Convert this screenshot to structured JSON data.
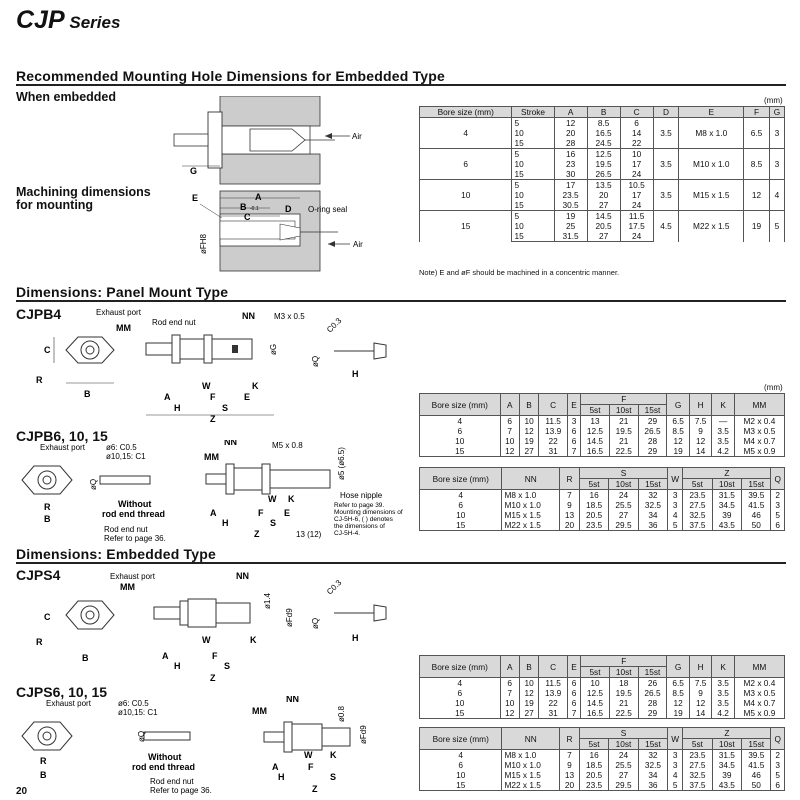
{
  "page": {
    "series_main": "CJP",
    "series_suffix": " Series",
    "page_number": "20"
  },
  "section1": {
    "heading": "Recommended Mounting Hole Dimensions for Embedded Type",
    "sub1": "When embedded",
    "sub2_line1": "Machining dimensions",
    "sub2_line2": "for mounting",
    "diagram": {
      "air1": "Air",
      "air2": "Air",
      "g": "G",
      "e": "E",
      "a": "A",
      "b": "B",
      "b_tol": "-0.1",
      "b_tol2": "-0.2",
      "c": "C",
      "d": "D",
      "oring": "O-ring seal",
      "fh8": "øFH8"
    },
    "unit": "(mm)",
    "note": "Note) E and øF should be machined in a concentric manner.",
    "headers": [
      "Bore size (mm)",
      "Stroke",
      "A",
      "B",
      "C",
      "D",
      "E",
      "F",
      "G"
    ],
    "rows": [
      {
        "bore": "4",
        "sub": [
          [
            "5",
            "12",
            "8.5",
            "6"
          ],
          [
            "10",
            "20",
            "16.5",
            "14"
          ],
          [
            "15",
            "28",
            "24.5",
            "22"
          ]
        ],
        "d": "3.5",
        "e": "M8 x 1.0",
        "f": "6.5",
        "g": "3"
      },
      {
        "bore": "6",
        "sub": [
          [
            "5",
            "16",
            "12.5",
            "10"
          ],
          [
            "10",
            "23",
            "19.5",
            "17"
          ],
          [
            "15",
            "30",
            "26.5",
            "24"
          ]
        ],
        "d": "3.5",
        "e": "M10 x 1.0",
        "f": "8.5",
        "g": "3"
      },
      {
        "bore": "10",
        "sub": [
          [
            "5",
            "17",
            "13.5",
            "10.5"
          ],
          [
            "10",
            "23.5",
            "20",
            "17"
          ],
          [
            "15",
            "30.5",
            "27",
            "24"
          ]
        ],
        "d": "3.5",
        "e": "M15 x 1.5",
        "f": "12",
        "g": "4"
      },
      {
        "bore": "15",
        "sub": [
          [
            "5",
            "19",
            "14.5",
            "11.5"
          ],
          [
            "10",
            "25",
            "20.5",
            "17.5"
          ],
          [
            "15",
            "31.5",
            "27",
            "24"
          ]
        ],
        "d": "4.5",
        "e": "M22 x 1.5",
        "f": "19",
        "g": "5"
      }
    ]
  },
  "section2": {
    "heading": "Dimensions: Panel Mount Type",
    "model1": "CJPB4",
    "model2": "CJPB6, 10, 15",
    "labels1": {
      "exhaust": "Exhaust port",
      "rodnut": "Rod end nut",
      "mm": "MM",
      "nn": "NN",
      "m3": "M3 x 0.5",
      "c03": "C0.3",
      "c": "C",
      "r": "R",
      "b": "B",
      "w": "W",
      "a": "A",
      "h": "H",
      "f": "F",
      "e": "E",
      "s": "S",
      "k": "K",
      "z": "Z",
      "og": "øG",
      "oq": "øQ"
    },
    "labels2": {
      "exhaust": "Exhaust port",
      "e_note1": "ø6: C0.5",
      "e_note2": "ø10,15: C1",
      "without1": "Without",
      "without2": "rod end thread",
      "rodnut1": "Rod end nut",
      "rodnut2": "Refer to page 36.",
      "mm": "MM",
      "nn": "NN",
      "m5": "M5 x 0.8",
      "phi": "ø5 (ø6.5)",
      "hose": "Hose nipple",
      "hose_ref1": "Refer to page 39.",
      "hose_ref2": "Mounting dimensions of",
      "hose_ref3": "CJ-5H-6, ( ) denotes",
      "hose_ref4": "the dimensions of",
      "hose_ref5": "CJ-5H-4.",
      "dim13": "13 (12)"
    }
  },
  "table_ab": {
    "unit": "(mm)",
    "headers": [
      "Bore size (mm)",
      "A",
      "B",
      "C",
      "E",
      "F",
      "G",
      "H",
      "K",
      "MM"
    ],
    "f_sub": [
      "5st",
      "10st",
      "15st"
    ],
    "rows": [
      [
        "4",
        "6",
        "10",
        "11.5",
        "3",
        "13",
        "21",
        "29",
        "6.5",
        "7.5",
        "—",
        "M2 x 0.4"
      ],
      [
        "6",
        "7",
        "12",
        "13.9",
        "6",
        "12.5",
        "19.5",
        "26.5",
        "8.5",
        "9",
        "3.5",
        "M3 x 0.5"
      ],
      [
        "10",
        "10",
        "19",
        "22",
        "6",
        "14.5",
        "21",
        "28",
        "12",
        "12",
        "3.5",
        "M4 x 0.7"
      ],
      [
        "15",
        "12",
        "27",
        "31",
        "7",
        "16.5",
        "22.5",
        "29",
        "19",
        "14",
        "4.2",
        "M5 x 0.9"
      ]
    ]
  },
  "table_nn": {
    "headers": [
      "Bore size (mm)",
      "NN",
      "R",
      "S",
      "W",
      "Z",
      "Q"
    ],
    "s_sub": [
      "5st",
      "10st",
      "15st"
    ],
    "z_sub": [
      "5st",
      "10st",
      "15st"
    ],
    "rows": [
      [
        "4",
        "M8 x 1.0",
        "7",
        "16",
        "24",
        "32",
        "3",
        "23.5",
        "31.5",
        "39.5",
        "2"
      ],
      [
        "6",
        "M10 x 1.0",
        "9",
        "18.5",
        "25.5",
        "32.5",
        "3",
        "27.5",
        "34.5",
        "41.5",
        "3"
      ],
      [
        "10",
        "M15 x 1.5",
        "13",
        "20.5",
        "27",
        "34",
        "4",
        "32.5",
        "39",
        "46",
        "5"
      ],
      [
        "15",
        "M22 x 1.5",
        "20",
        "23.5",
        "29.5",
        "36",
        "5",
        "37.5",
        "43.5",
        "50",
        "6"
      ]
    ]
  },
  "section3": {
    "heading": "Dimensions: Embedded Type",
    "model1": "CJPS4",
    "model2": "CJPS6, 10, 15",
    "labels1": {
      "exhaust": "Exhaust port",
      "mm": "MM",
      "nn": "NN",
      "o14": "ø1.4",
      "ofd9": "øFd9",
      "c03": "C0.3",
      "c": "C",
      "r": "R",
      "b": "B",
      "w": "W",
      "a": "A",
      "h": "H",
      "f": "F",
      "s": "S",
      "k": "K",
      "z": "Z",
      "oq": "øQ"
    },
    "labels2": {
      "exhaust": "Exhaust port",
      "e_note1": "ø6: C0.5",
      "e_note2": "ø10,15: C1",
      "without1": "Without",
      "without2": "rod end thread",
      "rodnut1": "Rod end nut",
      "rodnut2": "Refer to page 36.",
      "mm": "MM",
      "nn": "NN",
      "o08": "ø0.8",
      "ofd9": "øFd9"
    }
  },
  "table_ab2": {
    "headers": [
      "Bore size (mm)",
      "A",
      "B",
      "C",
      "E",
      "F",
      "G",
      "H",
      "K",
      "MM"
    ],
    "f_sub": [
      "5st",
      "10st",
      "15st"
    ],
    "rows": [
      [
        "4",
        "6",
        "10",
        "11.5",
        "6",
        "10",
        "18",
        "26",
        "6.5",
        "7.5",
        "3.5",
        "M2 x 0.4"
      ],
      [
        "6",
        "7",
        "12",
        "13.9",
        "6",
        "12.5",
        "19.5",
        "26.5",
        "8.5",
        "9",
        "3.5",
        "M3 x 0.5"
      ],
      [
        "10",
        "10",
        "19",
        "22",
        "6",
        "14.5",
        "21",
        "28",
        "12",
        "12",
        "3.5",
        "M4 x 0.7"
      ],
      [
        "15",
        "12",
        "27",
        "31",
        "7",
        "16.5",
        "22.5",
        "29",
        "19",
        "14",
        "4.2",
        "M5 x 0.9"
      ]
    ]
  },
  "table_nn2": {
    "headers": [
      "Bore size (mm)",
      "NN",
      "R",
      "S",
      "W",
      "Z",
      "Q"
    ],
    "s_sub": [
      "5st",
      "10st",
      "15st"
    ],
    "z_sub": [
      "5st",
      "10st",
      "15st"
    ],
    "rows": [
      [
        "4",
        "M8 x 1.0",
        "7",
        "16",
        "24",
        "32",
        "3",
        "23.5",
        "31.5",
        "39.5",
        "2"
      ],
      [
        "6",
        "M10 x 1.0",
        "9",
        "18.5",
        "25.5",
        "32.5",
        "3",
        "27.5",
        "34.5",
        "41.5",
        "3"
      ],
      [
        "10",
        "M15 x 1.5",
        "13",
        "20.5",
        "27",
        "34",
        "4",
        "32.5",
        "39",
        "46",
        "5"
      ],
      [
        "15",
        "M22 x 1.5",
        "20",
        "23.5",
        "29.5",
        "36",
        "5",
        "37.5",
        "43.5",
        "50",
        "6"
      ]
    ]
  }
}
